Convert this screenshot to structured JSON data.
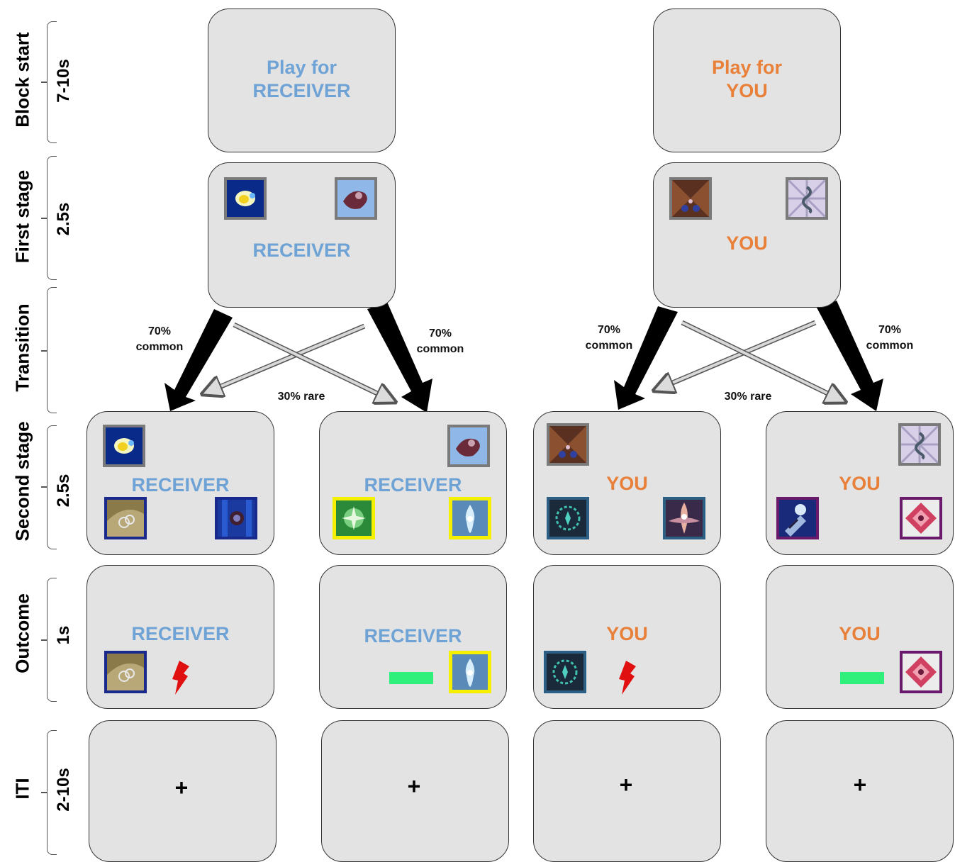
{
  "rows": [
    {
      "name": "Block start",
      "time": "7-10s"
    },
    {
      "name": "First stage",
      "time": "2.5s"
    },
    {
      "name": "Transition",
      "time": ""
    },
    {
      "name": "Second stage",
      "time": "2.5s"
    },
    {
      "name": "Outcome",
      "time": "1s"
    },
    {
      "name": "ITI",
      "time": "2-10s"
    }
  ],
  "receiver_panel": {
    "block_line1": "Play for",
    "block_line2": "RECEIVER",
    "agent": "RECEIVER",
    "common_left": "70%\ncommon",
    "common_right": "70%\ncommon",
    "rare": "30% rare",
    "fixation": "+"
  },
  "you_panel": {
    "block_line1": "Play for",
    "block_line2": "YOU",
    "agent": "YOU",
    "common_left": "70%\ncommon",
    "common_right": "70%\ncommon",
    "rare": "30% rare",
    "fixation": "+"
  },
  "colors": {
    "receiver": "#6fa3d6",
    "you": "#e8803a",
    "screen": "#e3e3e3",
    "gray_frame": "#7a7a7a",
    "blue_frame": "#1a2a8c",
    "yellow_frame": "#f5f000",
    "teal_frame": "#2d5f85",
    "purple_frame": "#6a1a6a",
    "reward_bar": "#2ef07a",
    "shock": "#e01010"
  },
  "icons": [
    "lightning-bolt-icon",
    "fixation-cross-icon",
    "fractal-stimulus-icon"
  ]
}
